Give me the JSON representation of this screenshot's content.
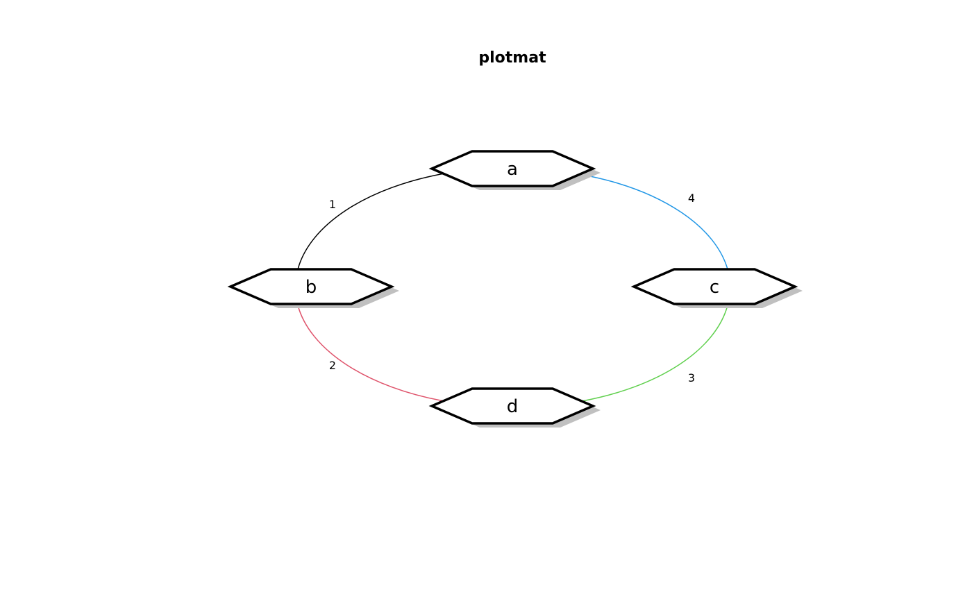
{
  "title": "plotmat",
  "nodes": [
    {
      "id": "a",
      "label": "a"
    },
    {
      "id": "b",
      "label": "b"
    },
    {
      "id": "c",
      "label": "c"
    },
    {
      "id": "d",
      "label": "d"
    }
  ],
  "edges": [
    {
      "from": "b",
      "to": "a",
      "label": "1",
      "color": "#000000"
    },
    {
      "from": "b",
      "to": "d",
      "label": "2",
      "color": "#DF536B"
    },
    {
      "from": "c",
      "to": "d",
      "label": "3",
      "color": "#61D04F"
    },
    {
      "from": "a",
      "to": "c",
      "label": "4",
      "color": "#2297E6"
    }
  ],
  "colors": {
    "node_border": "#000000",
    "node_fill": "#ffffff",
    "shadow": "#c0c0c0"
  }
}
